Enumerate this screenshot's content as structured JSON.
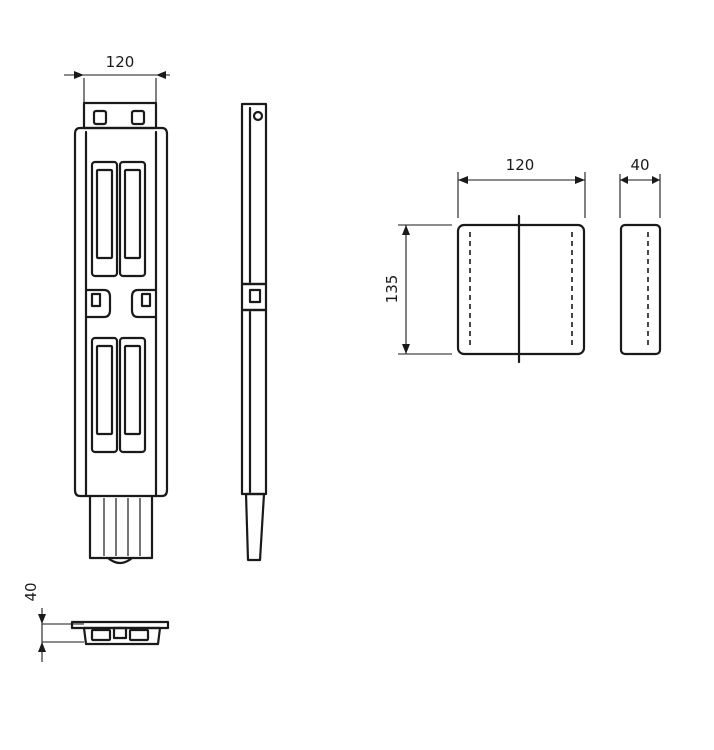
{
  "dimensions": {
    "front_width": "120",
    "bottom_height": "40",
    "block_width": "120",
    "block_height": "135",
    "block_depth": "40"
  },
  "colors": {
    "line": "#1a1a1a",
    "background": "#ffffff"
  }
}
